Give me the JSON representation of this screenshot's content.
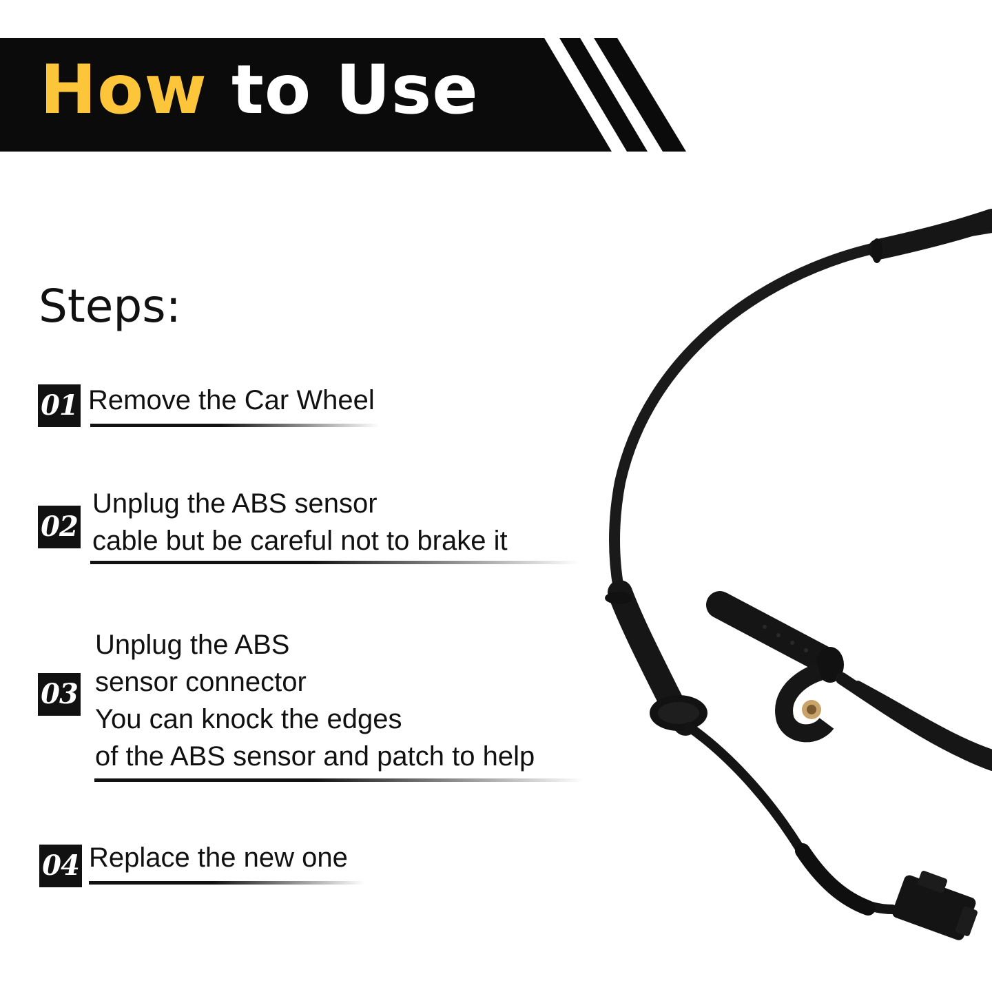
{
  "banner": {
    "title_highlight": "How",
    "title_rest": " to Use",
    "highlight_color": "#fcc53a"
  },
  "steps_heading": "Steps:",
  "steps": [
    {
      "number": "01",
      "lines": [
        "Remove the Car Wheel"
      ]
    },
    {
      "number": "02",
      "lines": [
        "Unplug the ABS sensor",
        "cable but be careful not to brake it"
      ]
    },
    {
      "number": "03",
      "lines": [
        "Unplug the ABS",
        "sensor connector",
        "You can knock the edges",
        "of the ABS sensor and patch to help"
      ]
    },
    {
      "number": "04",
      "lines": [
        "Replace the new one"
      ]
    }
  ],
  "product_image": "abs-sensor-cable-photo"
}
